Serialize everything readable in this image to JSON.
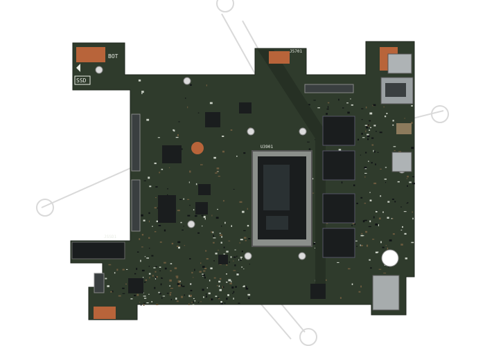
{
  "board": {
    "labels": {
      "bot": "BOT",
      "ssd": "SSD",
      "jssd": "JSSD1",
      "cpu_mark": "U3901",
      "top_mark": "J5701"
    }
  },
  "colors": {
    "background": "#ffffff",
    "pcb": "#2f3b2c",
    "pcb_light": "#3e4b39",
    "copper_pad": "#b8643a",
    "chip": "#1a1d1e",
    "silkscreen": "#e8ece4",
    "watermark": "#d9d9d9"
  },
  "icons": {
    "watermark": "watermark-logo-icon",
    "mount_hole": "mount-hole-icon",
    "triangle": "triangle-marker-icon"
  }
}
